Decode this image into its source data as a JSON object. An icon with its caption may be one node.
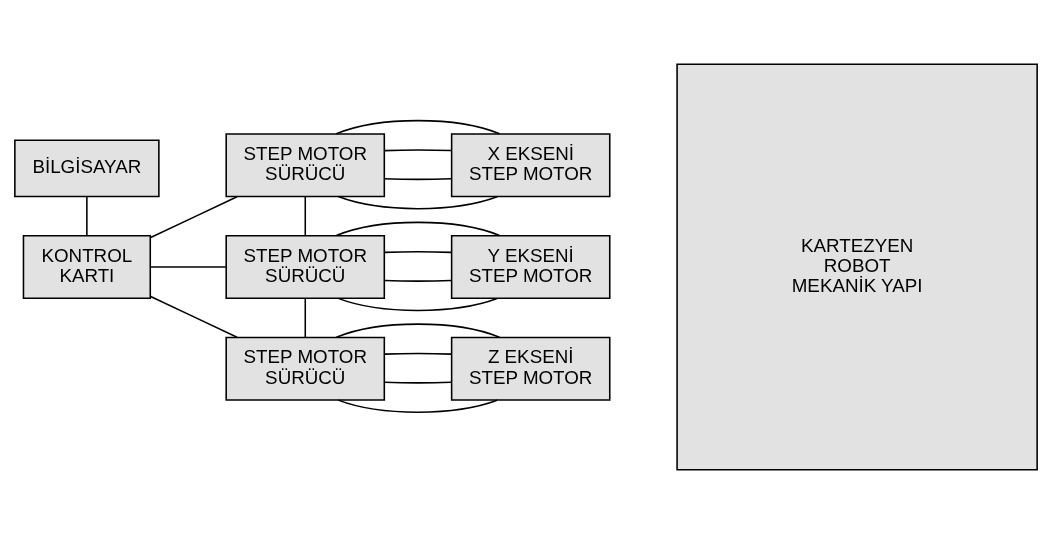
{
  "diagram": {
    "nodes": [
      {
        "text": [
          "BİLGİSAYAR"
        ]
      },
      {
        "text": [
          "KONTROL KARTI"
        ]
      },
      {
        "text": [
          "STEP MOTOR SÜRÜCÜ"
        ]
      },
      {
        "text": [
          "STEP MOTOR SÜRÜCÜ"
        ]
      },
      {
        "text": [
          "STEP MOTOR SÜRÜCÜ"
        ]
      },
      {
        "text": [
          "X EKSENİ STEP MOTOR"
        ]
      },
      {
        "text": [
          "Y EKSENİ STEP MOTOR"
        ]
      },
      {
        "text": [
          "Z EKSENİ STEP MOTOR"
        ]
      },
      {
        "text": [
          "KARTEZYEN ROBOT MEKANİK YAPI"
        ]
      }
    ],
    "edges": [
      {
        "from": 0,
        "to": 1,
        "arrow": "none"
      },
      {
        "from": 1,
        "to": 2,
        "arrow": "none"
      },
      {
        "from": 1,
        "to": 3,
        "arrow": "none"
      },
      {
        "from": 1,
        "to": 4,
        "arrow": "none"
      },
      {
        "from": 2,
        "to": 3,
        "arrow": "none"
      },
      {
        "from": 3,
        "to": 4,
        "arrow": "none"
      },
      {
        "from": 2,
        "to": 5,
        "arrow": "none"
      },
      {
        "from": 2,
        "to": 5,
        "arrow": "none"
      },
      {
        "from": 2,
        "to": 5,
        "arrow": "none"
      },
      {
        "from": 2,
        "to": 5,
        "arrow": "none"
      },
      {
        "from": 3,
        "to": 6,
        "arrow": "none"
      },
      {
        "from": 3,
        "to": 6,
        "arrow": "none"
      },
      {
        "from": 3,
        "to": 6,
        "arrow": "none"
      },
      {
        "from": 3,
        "to": 6,
        "arrow": "none"
      },
      {
        "from": 4,
        "to": 7,
        "arrow": "none"
      },
      {
        "from": 4,
        "to": 7,
        "arrow": "none"
      },
      {
        "from": 4,
        "to": 7,
        "arrow": "none"
      },
      {
        "from": 4,
        "to": 7,
        "arrow": "none"
      }
    ]
  }
}
